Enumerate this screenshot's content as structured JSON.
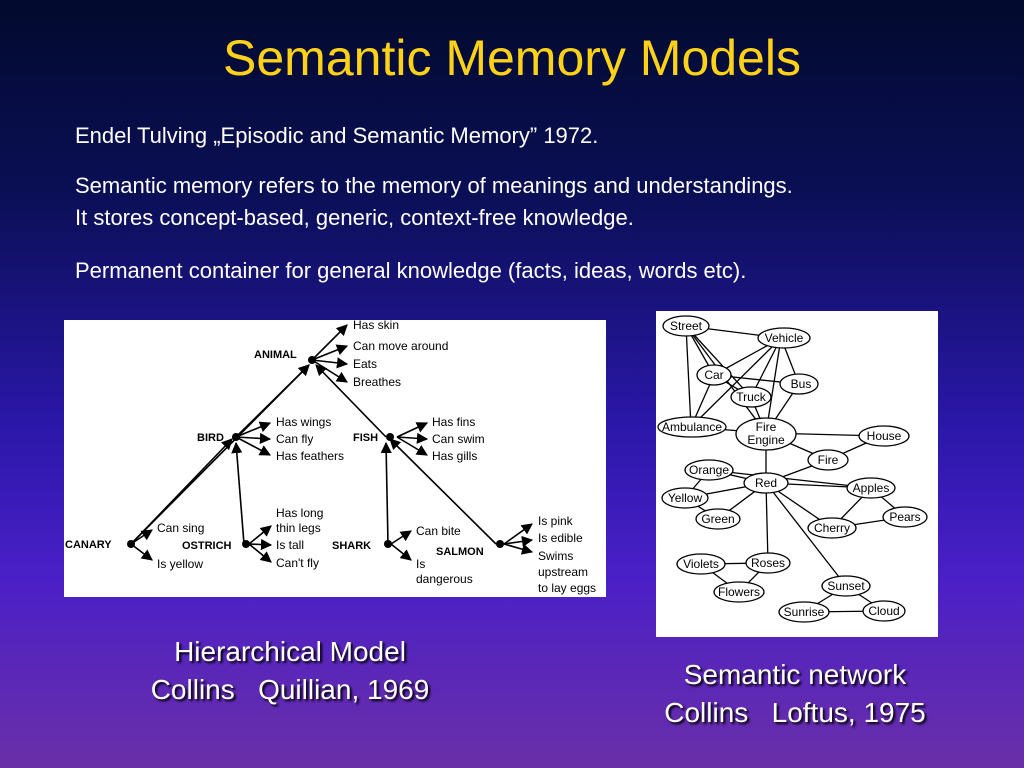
{
  "slide": {
    "title": "Semantic Memory Models",
    "paragraphs": [
      "Endel Tulving „Episodic and Semantic Memory” 1972.",
      "Semantic memory refers to the memory of meanings and understandings.",
      "It stores concept-based, generic, context-free knowledge.",
      "Permanent container for general knowledge (facts, ideas, words etc)."
    ]
  },
  "hierarchical": {
    "nodes": {
      "animal": "ANIMAL",
      "bird": "BIRD",
      "fish": "FISH",
      "canary": "CANARY",
      "ostrich": "OSTRICH",
      "shark": "SHARK",
      "salmon": "SALMON"
    },
    "animal_props": [
      "Has skin",
      "Can move around",
      "Eats",
      "Breathes"
    ],
    "bird_props": [
      "Has wings",
      "Can fly",
      "Has feathers"
    ],
    "fish_props": [
      "Has fins",
      "Can swim",
      "Has gills"
    ],
    "canary_props": [
      "Can sing",
      "Is yellow"
    ],
    "ostrich_props": [
      "Has long",
      "thin legs",
      "Is tall",
      "Can't fly"
    ],
    "shark_props": [
      "Can bite",
      "Is",
      "dangerous"
    ],
    "salmon_props": [
      "Is pink",
      "Is edible",
      "Swims",
      "upstream",
      "to lay eggs"
    ],
    "caption": [
      "Hierarchical Model",
      "Collins   Quillian, 1969"
    ]
  },
  "network": {
    "nodes": {
      "street": "Street",
      "vehicle": "Vehicle",
      "car": "Car",
      "bus": "Bus",
      "truck": "Truck",
      "ambulance": "Ambulance",
      "fire_engine_1": "Fire",
      "fire_engine_2": "Engine",
      "house": "House",
      "fire": "Fire",
      "orange": "Orange",
      "red": "Red",
      "apples": "Apples",
      "yellow": "Yellow",
      "green": "Green",
      "pears": "Pears",
      "cherry": "Cherry",
      "violets": "Violets",
      "roses": "Roses",
      "flowers": "Flowers",
      "sunset": "Sunset",
      "sunrise": "Sunrise",
      "cloud": "Cloud"
    },
    "caption": [
      "Semantic network",
      "Collins   Loftus, 1975"
    ]
  }
}
